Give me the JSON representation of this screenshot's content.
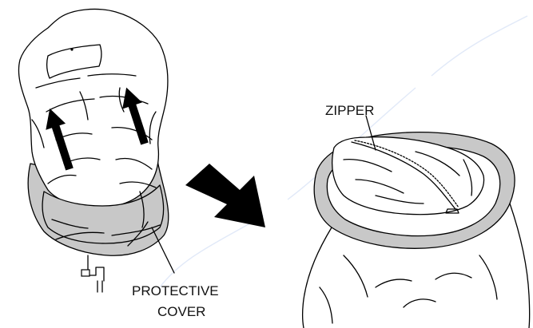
{
  "labels": {
    "zipper": "ZIPPER",
    "cover_line1": "PROTECTIVE",
    "cover_line2": "COVER"
  },
  "colors": {
    "cover_fill": "#c8c8c8",
    "outline": "#000000",
    "background": "#ffffff"
  }
}
